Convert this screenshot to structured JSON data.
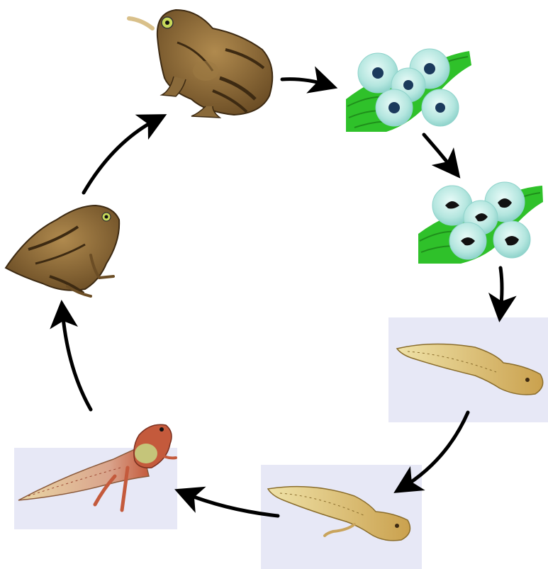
{
  "diagram": {
    "stages": [
      {
        "id": "adult-frog",
        "icon": "adult-frog-icon"
      },
      {
        "id": "frog-eggs",
        "icon": "frog-eggs-icon"
      },
      {
        "id": "developing-embryos",
        "icon": "embryo-eggs-icon"
      },
      {
        "id": "young-tadpole",
        "icon": "tadpole-icon"
      },
      {
        "id": "tadpole-with-hind-legs",
        "icon": "tadpole-hind-legs-icon"
      },
      {
        "id": "froglet-with-tail",
        "icon": "froglet-tail-icon"
      },
      {
        "id": "young-frog",
        "icon": "young-frog-icon"
      }
    ],
    "arrow_count": 7,
    "colors": {
      "arrow": "#000000",
      "panel_background": "#e7e8f6",
      "frog_brown": "#8a6a3a",
      "frog_dark": "#4a3118",
      "egg_jelly": "#bfeae4",
      "egg_core": "#1b3a5c",
      "leaf_green": "#2fc12a",
      "tadpole_tan": "#e2c97c",
      "froglet_red": "#c45a3c"
    }
  }
}
